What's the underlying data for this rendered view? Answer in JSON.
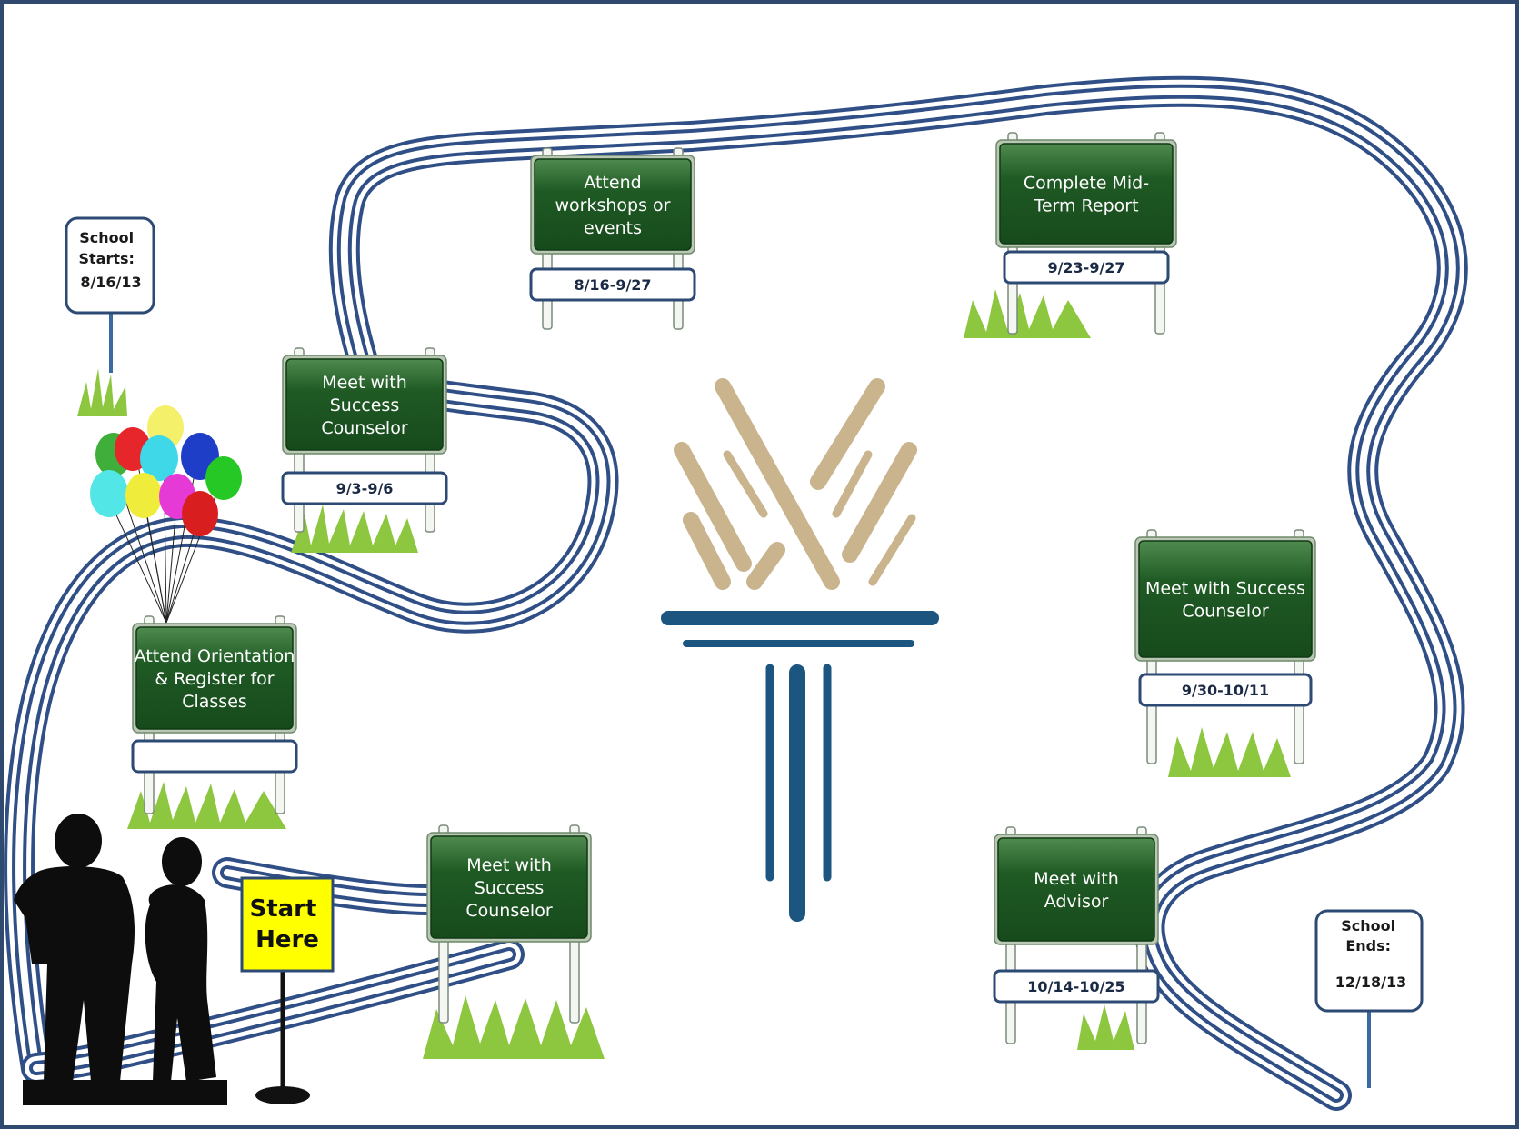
{
  "colors": {
    "border": "#2f4a6e",
    "road": "#2f4f86",
    "sign_green": "#1f5a24",
    "sign_frame": "#b9c7b4",
    "plate_border": "#2c4a74",
    "logo_tan": "#c9b48e",
    "logo_blue": "#1c5580",
    "start_yellow": "#ffff00",
    "grass": "#8dc63f",
    "silhouette": "#0d0d0d"
  },
  "signposts": {
    "school_starts": {
      "lines": [
        "School",
        "Starts:",
        "8/16/13"
      ]
    },
    "school_ends": {
      "lines": [
        "School",
        "Ends:",
        "12/18/13"
      ]
    }
  },
  "start_sign": {
    "lines": [
      "Start",
      "Here"
    ]
  },
  "milestones": [
    {
      "id": "orientation",
      "lines": [
        "Attend Orientation",
        "& Register for",
        "Classes"
      ],
      "date": ""
    },
    {
      "id": "counselor-1",
      "lines": [
        "Meet with",
        "Success",
        "Counselor"
      ],
      "date": "9/3-9/6"
    },
    {
      "id": "workshops",
      "lines": [
        "Attend",
        "workshops or",
        "events"
      ],
      "date": "8/16-9/27"
    },
    {
      "id": "midterm",
      "lines": [
        "Complete Mid-",
        "Term Report"
      ],
      "date": "9/23-9/27"
    },
    {
      "id": "counselor-2",
      "lines": [
        "Meet with Success",
        "Counselor"
      ],
      "date": "9/30-10/11"
    },
    {
      "id": "counselor-3",
      "lines": [
        "Meet with",
        "Success",
        "Counselor"
      ],
      "date": ""
    },
    {
      "id": "advisor",
      "lines": [
        "Meet with",
        "Advisor"
      ],
      "date": "10/14-10/25"
    }
  ]
}
